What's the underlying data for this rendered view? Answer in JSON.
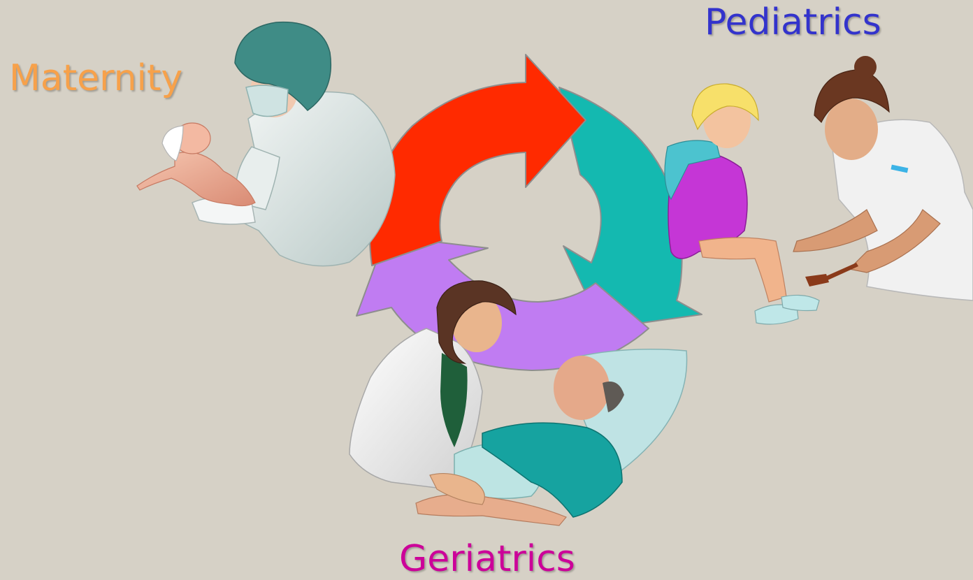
{
  "labels": {
    "maternity": "Maternity",
    "pediatrics": "Pediatrics",
    "geriatrics": "Geriatrics"
  },
  "colors": {
    "background": "#d6d1c6",
    "maternity": "#f7a14a",
    "pediatrics": "#3333cc",
    "geriatrics": "#cc0099",
    "arrow_red": "#ff2a00",
    "arrow_teal": "#14b9b0",
    "arrow_purple": "#c07cf2"
  },
  "icons": {
    "maternity": "surgeon-holding-newborn-illustration",
    "pediatrics": "nurse-examining-child-reflex-illustration",
    "geriatrics": "doctor-with-elderly-patient-illustration",
    "cycle": "three-arrow-cycle-icon"
  }
}
